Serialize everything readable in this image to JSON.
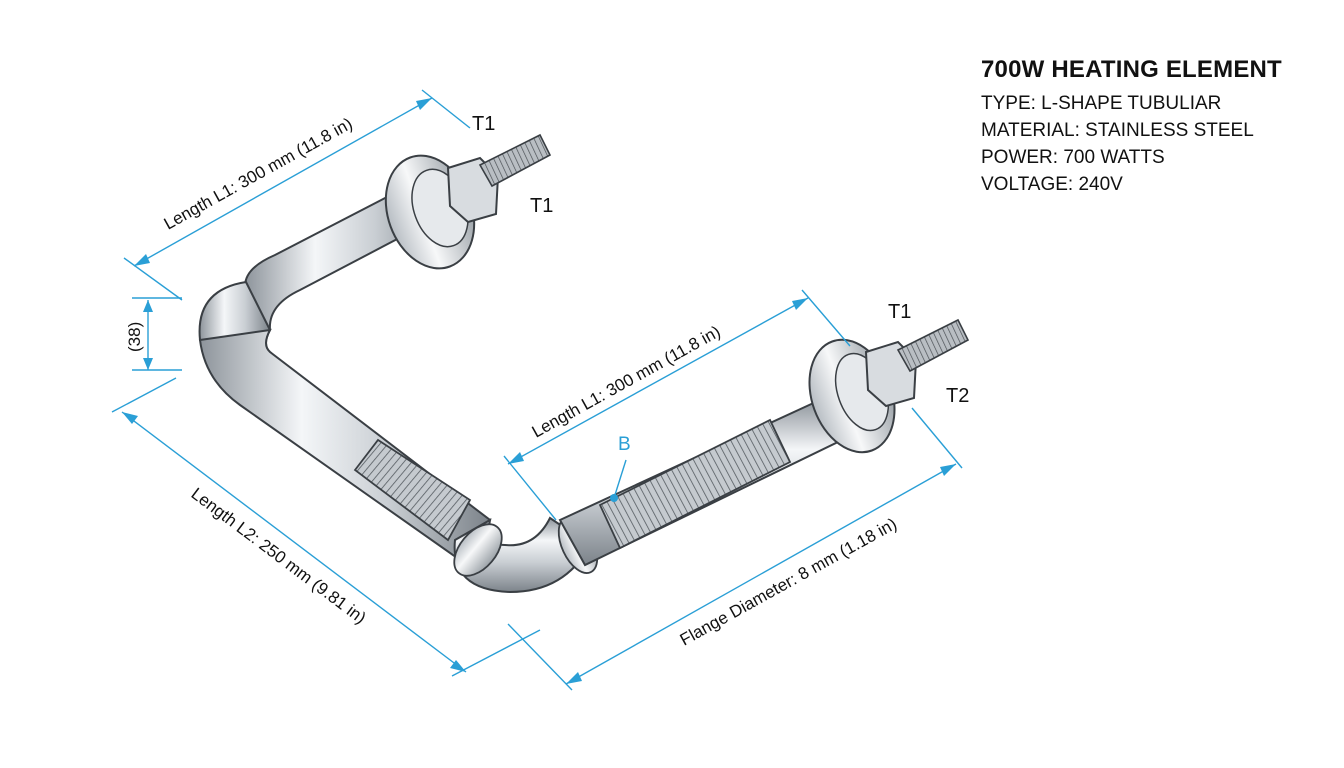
{
  "spec": {
    "title": "700W HEATING ELEMENT",
    "lines": [
      "TYPE: L-SHAPE TUBULIAR",
      "MATERIAL: STAINLESS STEEL",
      "POWER: 700 WATTS",
      "VOLTAGE: 240V"
    ]
  },
  "dimensions": {
    "top_length": "Length L1: 300 mm (11.8 in)",
    "mid_length": "Length L1: 300 mm (11.8 in)",
    "left_length": "Length L2: 250 mm (9.81 in)",
    "flange_diameter": "Flange Diameter: 8 mm (1.18 in)",
    "small_dim": "(38)"
  },
  "callouts": {
    "point_b": "B"
  },
  "terminals": {
    "upper_label_a": "T1",
    "upper_label_b": "T1",
    "lower_label_a": "T1",
    "lower_label_b": "T2"
  },
  "colors": {
    "dimension_line": "#2a9fd6",
    "steel_light": "#f4f6f8",
    "steel_dark": "#8d949b",
    "outline": "#3a3f44"
  }
}
